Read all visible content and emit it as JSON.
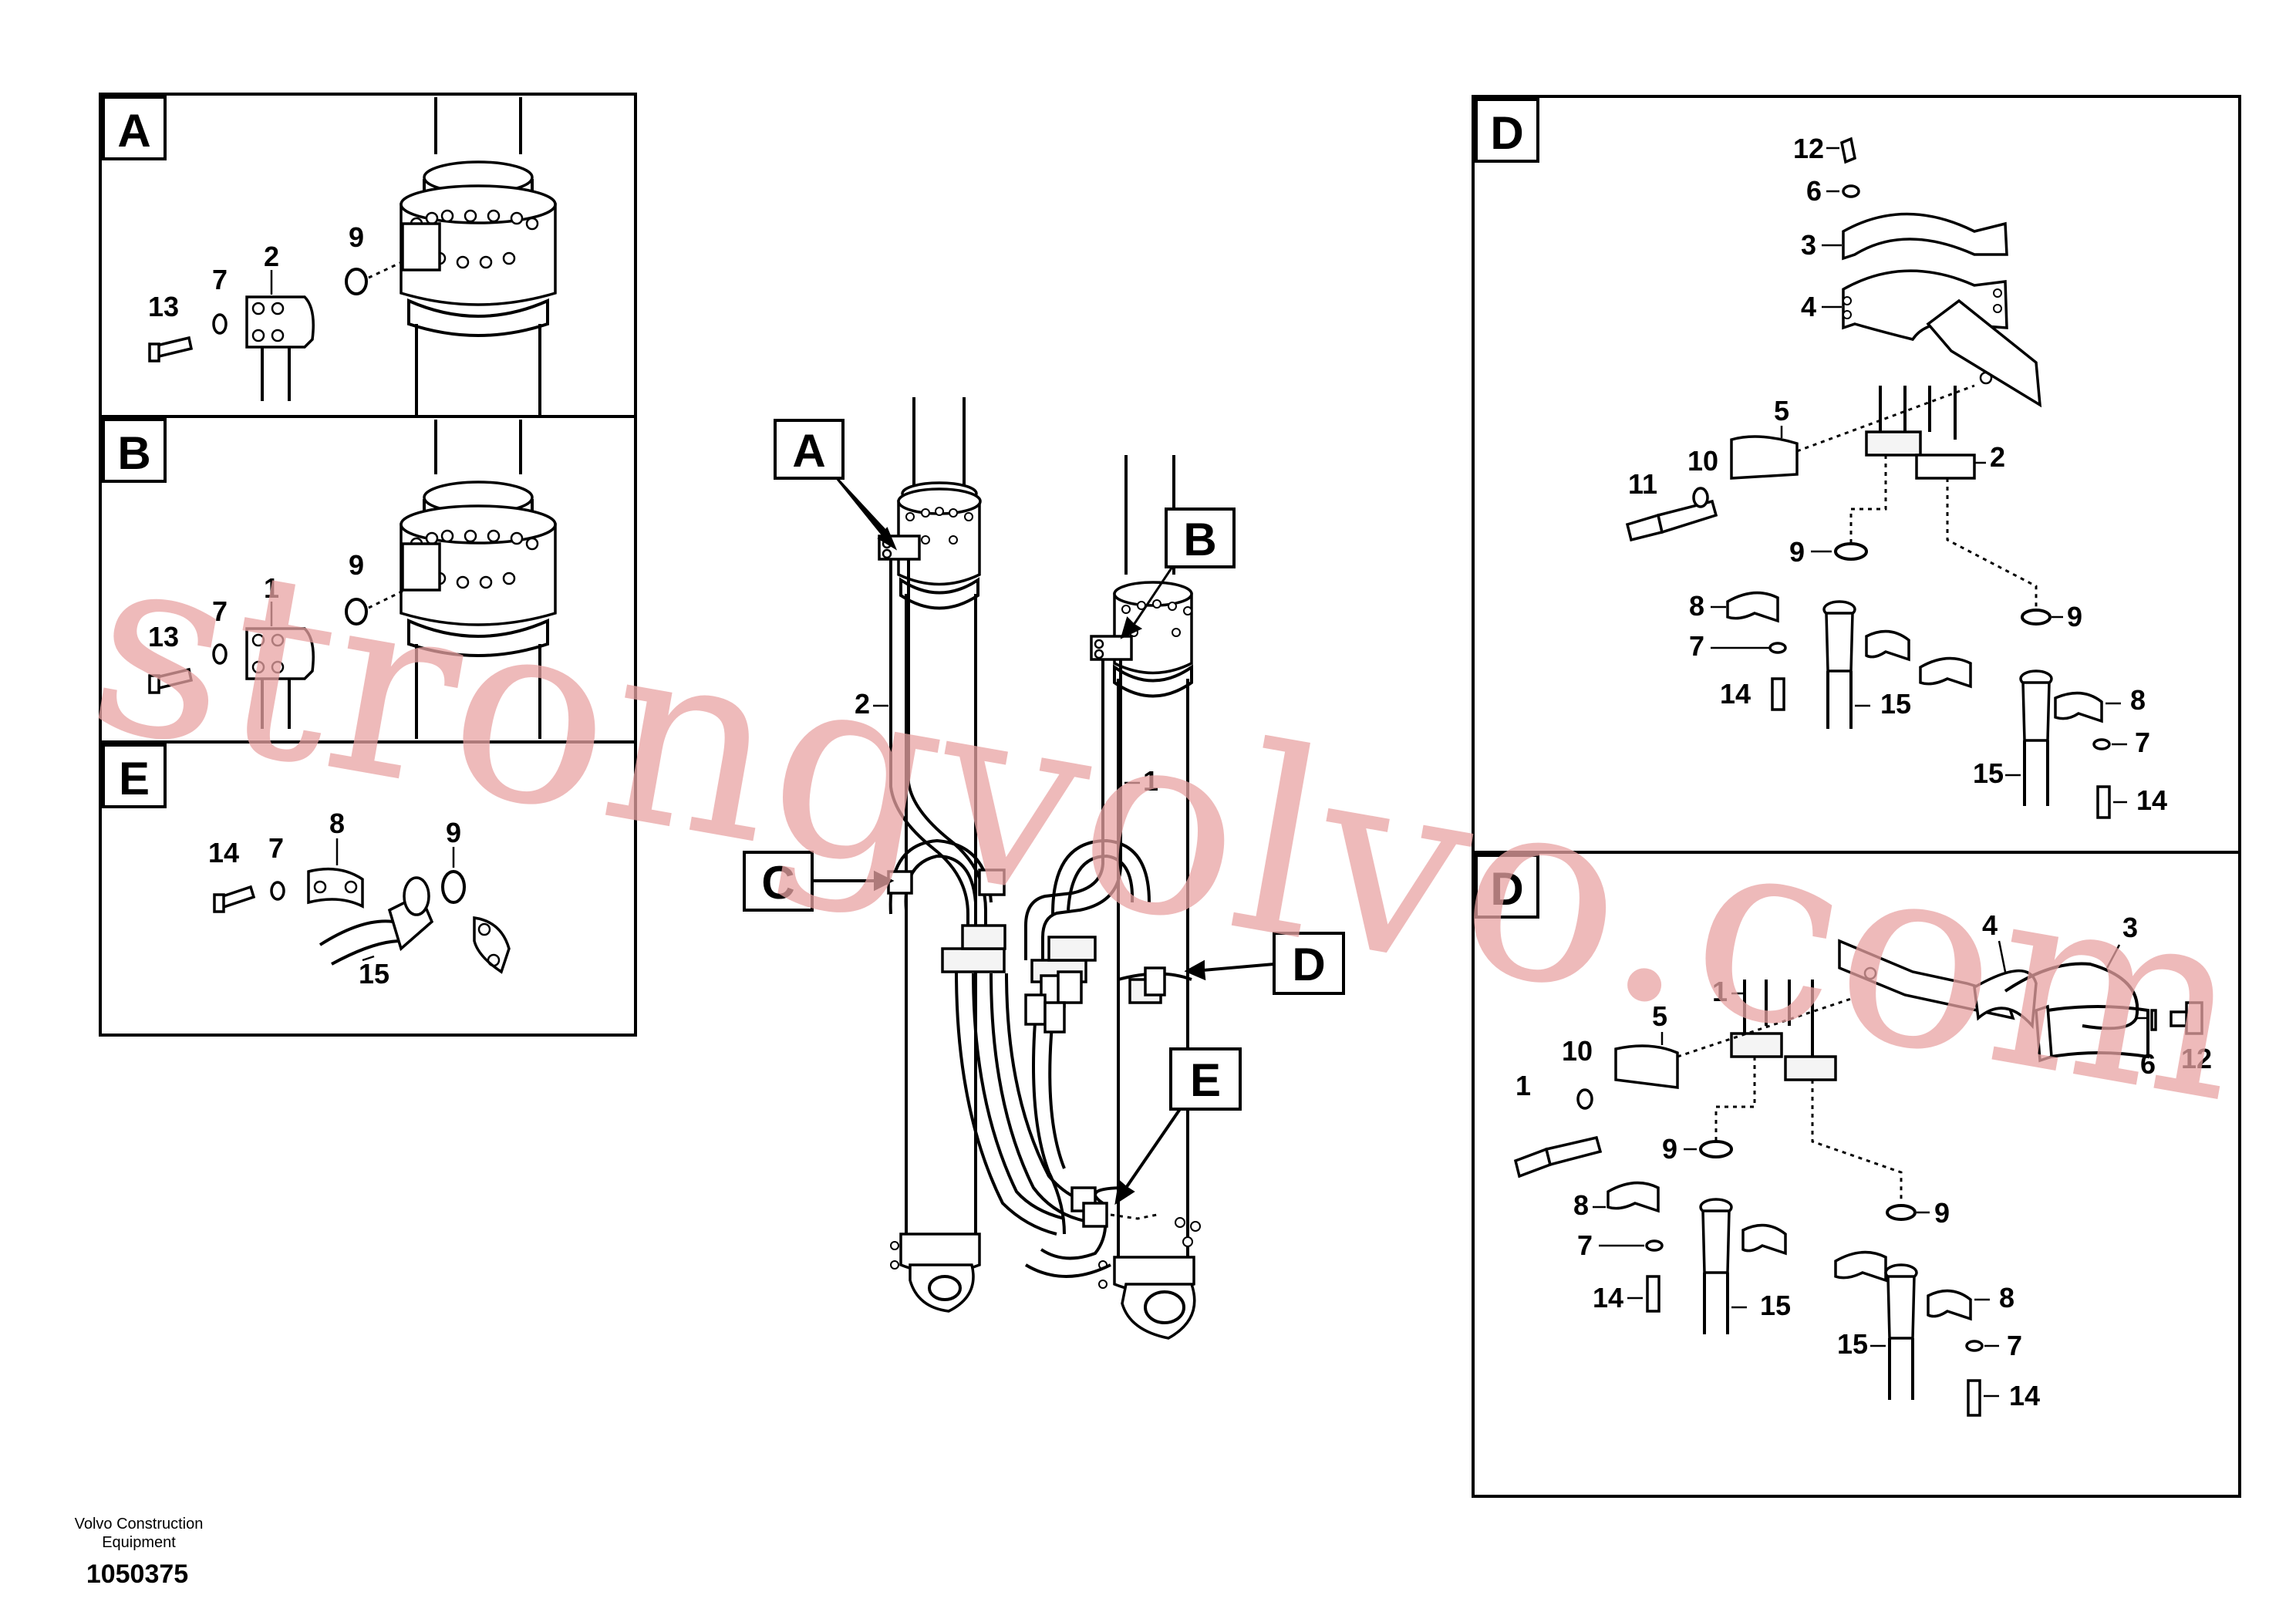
{
  "diagram": {
    "callouts": {
      "A": "A",
      "B": "B",
      "C": "C",
      "D": "D",
      "E": "E"
    },
    "panel_a": {
      "label": "A",
      "parts": [
        "13",
        "7",
        "2",
        "9"
      ]
    },
    "panel_b": {
      "label": "B",
      "parts": [
        "13",
        "7",
        "1",
        "9"
      ]
    },
    "panel_e": {
      "label": "E",
      "parts": [
        "14",
        "7",
        "8",
        "9",
        "15"
      ]
    },
    "panel_d1": {
      "label": "D",
      "parts": [
        "12",
        "6",
        "3",
        "4",
        "5",
        "2",
        "11",
        "10",
        "9",
        "9",
        "8",
        "7",
        "14",
        "15",
        "8",
        "7",
        "15",
        "14"
      ]
    },
    "panel_d2": {
      "label": "D",
      "parts": [
        "4",
        "3",
        "1",
        "5",
        "10",
        "1",
        "6",
        "12",
        "9",
        "8",
        "7",
        "14",
        "15",
        "9",
        "8",
        "15",
        "7",
        "14"
      ]
    },
    "main": {
      "parts": [
        "2",
        "1"
      ]
    },
    "footer": {
      "company_line1": "Volvo Construction",
      "company_line2": "Equipment",
      "drawing_number": "1050375"
    },
    "watermark": "strongvolvo.com"
  }
}
